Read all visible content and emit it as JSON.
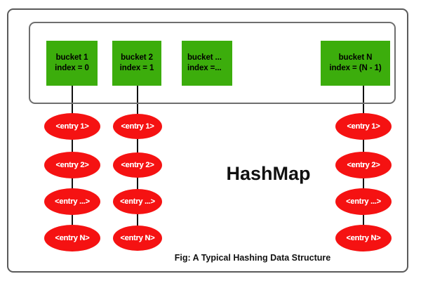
{
  "figure": {
    "title": "HashMap",
    "caption": "Fig: A Typical Hashing Data Structure"
  },
  "colors": {
    "bucket_fill": "#3cad0c",
    "entry_fill": "#f51212",
    "entry_text": "#ffffff",
    "bucket_text": "#000000",
    "connector": "#111111",
    "frame_border": "#5a5a5a",
    "array_border": "#6e6e6e",
    "background": "#ffffff"
  },
  "bucket_array": {
    "buckets": [
      {
        "name": "bucket 1",
        "index_label": "index = 0",
        "align": "center",
        "has_chain": true
      },
      {
        "name": "bucket 2",
        "index_label": "index = 1",
        "align": "center",
        "has_chain": true
      },
      {
        "name": "bucket ...",
        "index_label": "index =...",
        "align": "left",
        "has_chain": false
      },
      {
        "name": "bucket N",
        "index_label": "index = (N - 1)",
        "align": "center",
        "has_chain": true
      }
    ]
  },
  "chains": [
    {
      "bucket": "bucket 1",
      "entries": [
        "<entry 1>",
        "<entry 2>",
        "<entry ...>",
        "<entry N>"
      ]
    },
    {
      "bucket": "bucket 2",
      "entries": [
        "<entry 1>",
        "<entry 2>",
        "<entry ...>",
        "<entry N>"
      ]
    },
    {
      "bucket": "bucket N",
      "entries": [
        "<entry 1>",
        "<entry 2>",
        "<entry ...>",
        "<entry N>"
      ]
    }
  ]
}
